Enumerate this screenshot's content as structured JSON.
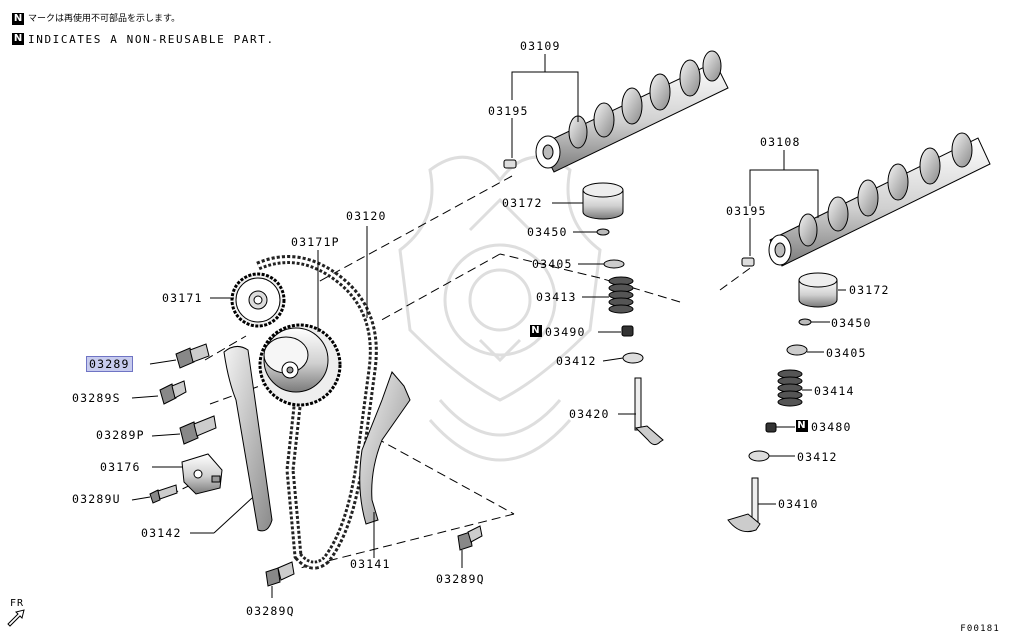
{
  "header": {
    "line1_badge": "N",
    "line1_text": "マークは再使用不可部品を示します。",
    "line2_badge": "N",
    "line2_text": "INDICATES A NON-REUSABLE PART."
  },
  "labels": {
    "p03109": "03109",
    "p03195a": "03195",
    "p03108": "03108",
    "p03195b": "03195",
    "p03172a": "03172",
    "p03450a": "03450",
    "p03405a": "03405",
    "p03413": "03413",
    "p03490": "03490",
    "p03490_badge": "N",
    "p03412a": "03412",
    "p03420": "03420",
    "p03120": "03120",
    "p03171P": "03171P",
    "p03171": "03171",
    "p03289": "03289",
    "p03289S": "03289S",
    "p03289P": "03289P",
    "p03176": "03176",
    "p03289U": "03289U",
    "p03142": "03142",
    "p03141": "03141",
    "p03289Q_a": "03289Q",
    "p03289Q_b": "03289Q",
    "p03172b": "03172",
    "p03450b": "03450",
    "p03405b": "03405",
    "p03414": "03414",
    "p03480": "03480",
    "p03480_badge": "N",
    "p03412b": "03412",
    "p03410": "03410"
  },
  "footer": {
    "front_marker": "FR",
    "figure_id": "F00181"
  },
  "colors": {
    "highlight_fill": "#c7cbee",
    "highlight_border": "#6f74c4",
    "line": "#000000",
    "watermark": "#dcdcdc"
  },
  "highlighted_part": "03289"
}
